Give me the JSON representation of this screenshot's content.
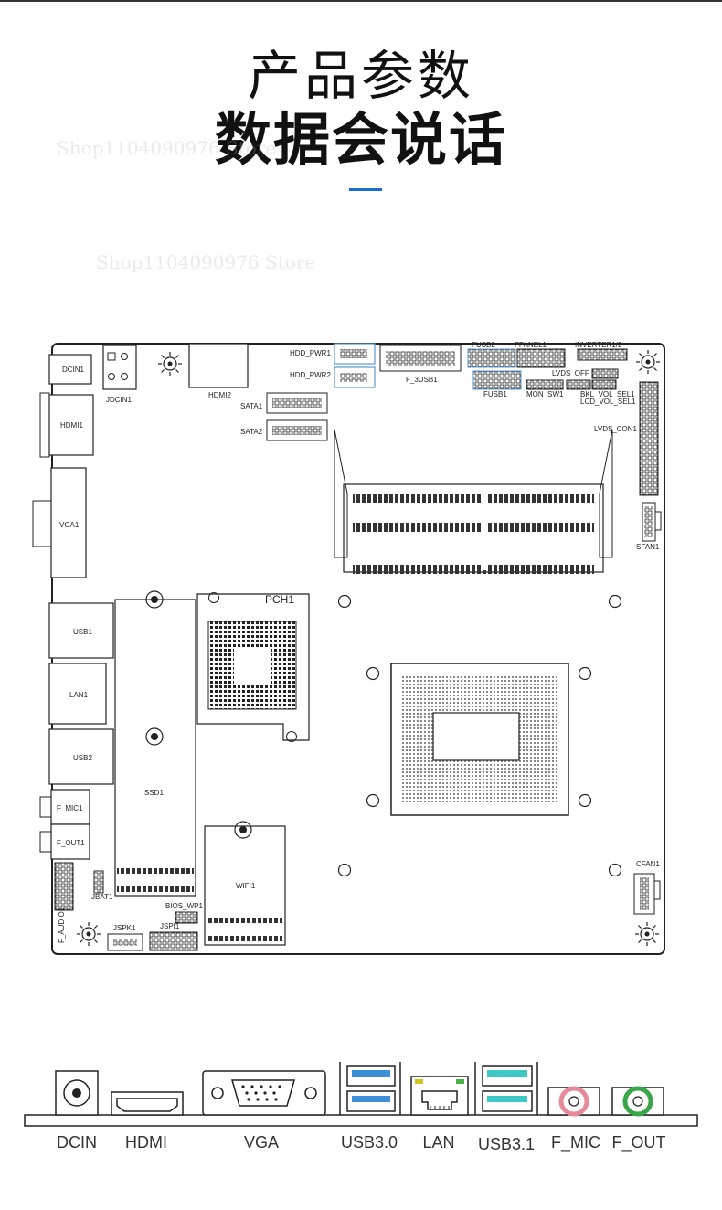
{
  "header": {
    "title_line1": "产品参数",
    "title_line2": "数据会说话",
    "accent_color": "#1b6fd1"
  },
  "watermark": "Shop1104090976 Store",
  "board_labels": {
    "dcin1": "DCIN1",
    "jdcin1": "JDCIN1",
    "hdmi1": "HDMI1",
    "hdmi2": "HDMI2",
    "vga1": "VGA1",
    "usb1": "USB1",
    "lan1": "LAN1",
    "usb2": "USB2",
    "f_mic1": "F_MIC1",
    "f_out1": "F_OUT1",
    "f_audio1": "F_AUDIO1",
    "jbat1": "JBAT1",
    "jspk1": "JSPK1",
    "jspi1": "JSPI1",
    "bios_wp1": "BIOS_WP1",
    "ssd1": "SSD1",
    "wifi1": "WIFI1",
    "pch1": "PCH1",
    "sata1": "SATA1",
    "sata2": "SATA2",
    "hdd_pwr1": "HDD_PWR1",
    "hdd_pwr2": "HDD_PWR2",
    "f_3usb1": "F_3USB1",
    "fusb2": "FUSB2",
    "fusb1": "FUSB1",
    "fpanel1": "FPANEL1",
    "inverter": "INVERTER1/2",
    "lvds_off": "LVDS_OFF",
    "mon_sw1": "MON_SW1",
    "bkl_vol_sel1": "BKL_VOL_SEL1",
    "lcd_vol_sel1": "LCD_VOL_SEL1",
    "lvds_con1": "LVDS_CON1",
    "sfan1": "SFAN1",
    "cfan1": "CFAN1"
  },
  "ports": [
    {
      "label": "DCIN",
      "icon": "dc-jack-icon"
    },
    {
      "label": "HDMI",
      "icon": "hdmi-port-icon"
    },
    {
      "label": "VGA",
      "icon": "vga-port-icon"
    },
    {
      "label": "USB3.0",
      "icon": "usb3-port-icon",
      "color": "#3d8fd8"
    },
    {
      "label": "LAN",
      "icon": "rj45-port-icon"
    },
    {
      "label": "USB3.1",
      "icon": "usb31-port-icon",
      "color": "#3ec7c4"
    },
    {
      "label": "F_MIC",
      "icon": "mic-jack-icon",
      "color": "#e58a9a"
    },
    {
      "label": "F_OUT",
      "icon": "line-out-jack-icon",
      "color": "#3aa64a"
    }
  ]
}
